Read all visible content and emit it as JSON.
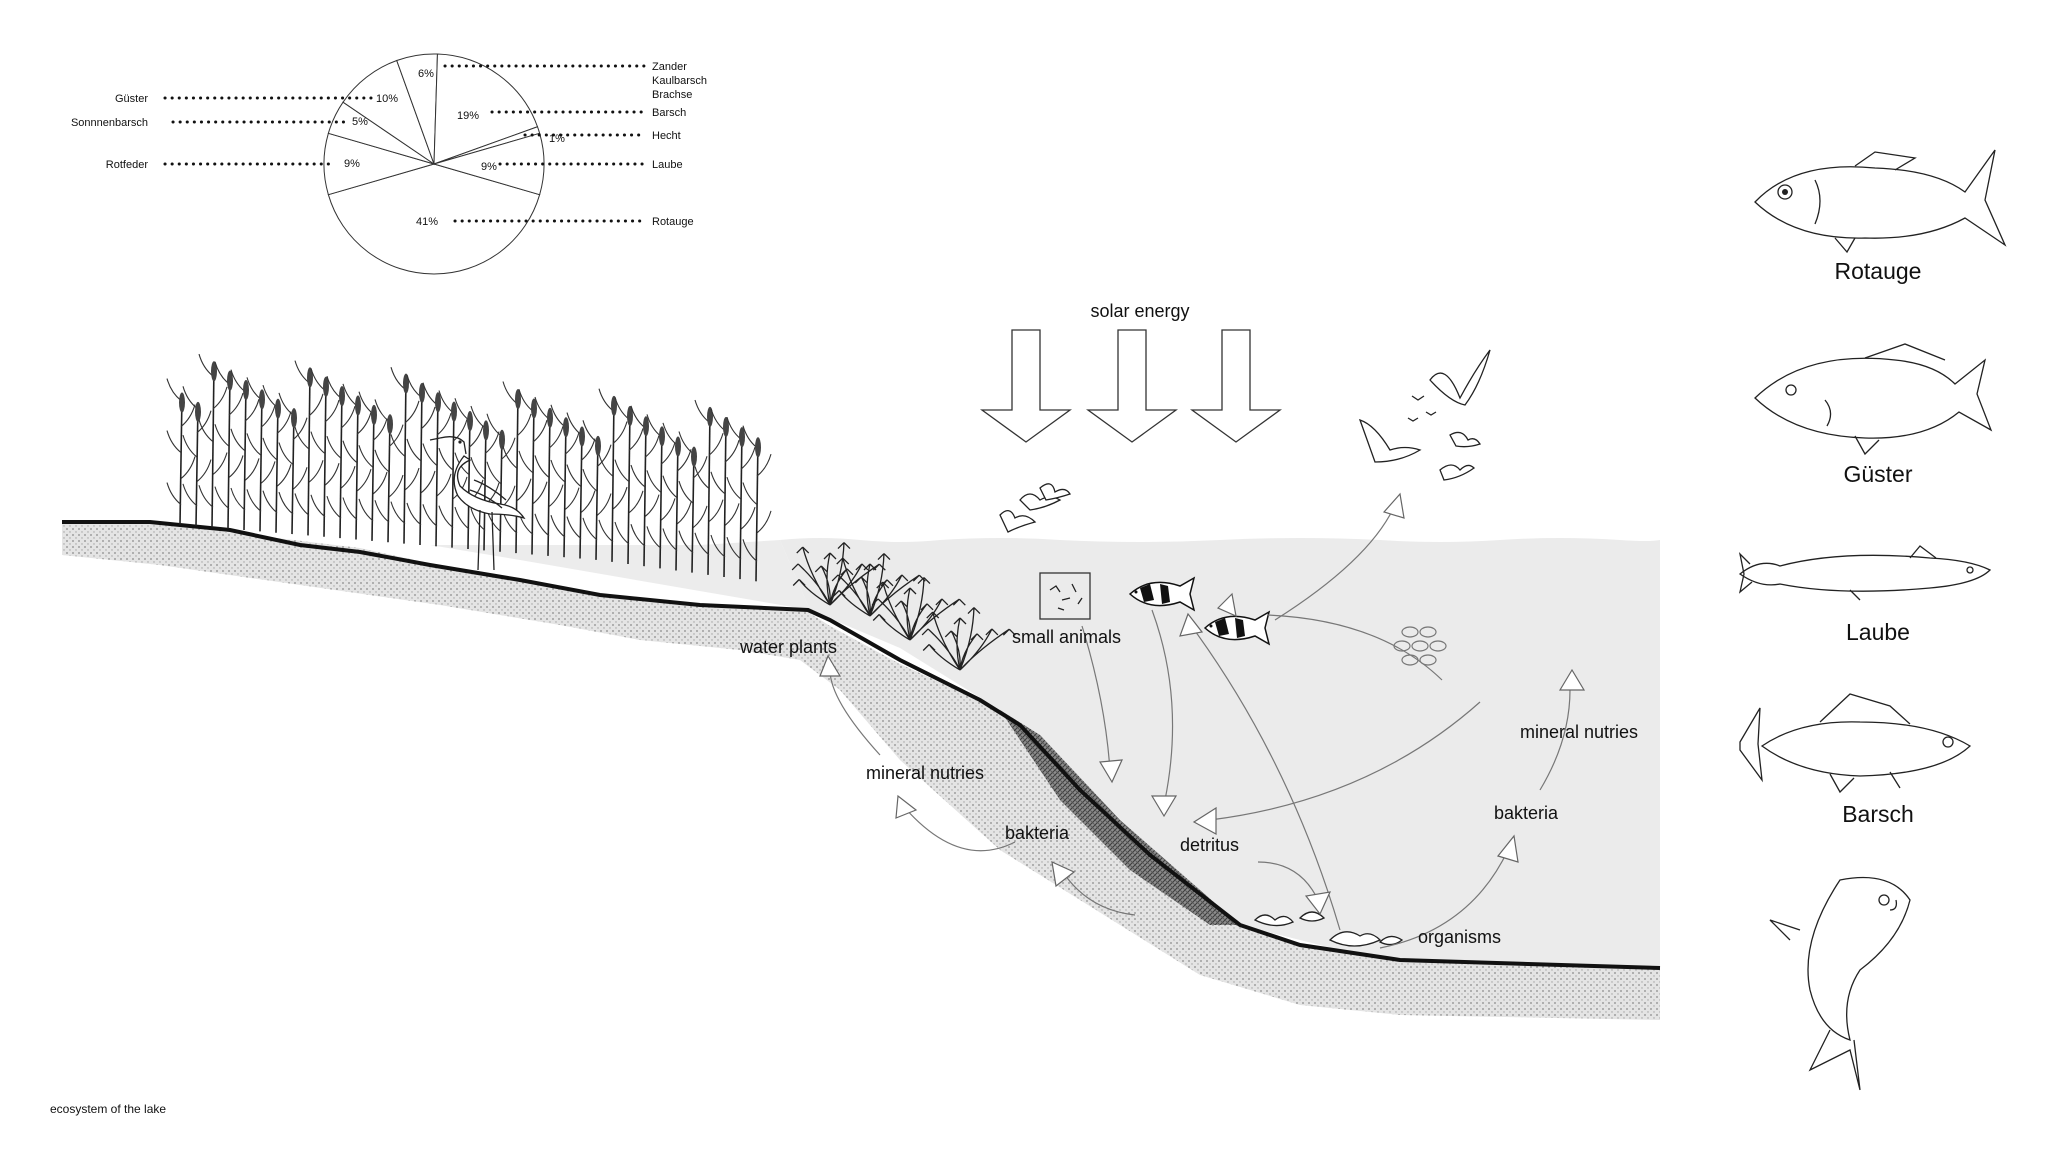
{
  "caption": "ecosystem of the lake",
  "pie": {
    "left_labels": [
      {
        "name": "Güster",
        "pct": "10%"
      },
      {
        "name": "Sonnnenbarsch",
        "pct": "5%"
      },
      {
        "name": "Rotfeder",
        "pct": "9%"
      }
    ],
    "right_labels": [
      {
        "name": "Zander",
        "pct": "6%"
      },
      {
        "name": "Kaulbarsch",
        "pct": ""
      },
      {
        "name": "Brachse",
        "pct": ""
      },
      {
        "name": "Barsch",
        "pct": "19%"
      },
      {
        "name": "Hecht",
        "pct": "1%"
      },
      {
        "name": "Laube",
        "pct": "9%"
      },
      {
        "name": "Rotauge",
        "pct": "41%"
      }
    ]
  },
  "chart_data": {
    "type": "pie",
    "title": "",
    "slices": [
      {
        "label": "Rotauge",
        "value": 41
      },
      {
        "label": "Rotfeder",
        "value": 9
      },
      {
        "label": "Sonnnenbarsch",
        "value": 5
      },
      {
        "label": "Güster",
        "value": 10
      },
      {
        "label": "Zander / Kaulbarsch / Brachse",
        "value": 6
      },
      {
        "label": "Barsch",
        "value": 19
      },
      {
        "label": "Hecht",
        "value": 1
      },
      {
        "label": "Laube",
        "value": 9
      }
    ]
  },
  "diagram": {
    "solar_energy": "solar energy",
    "small_animals": "small animals",
    "water_plants": "water plants",
    "mineral_nutries_left": "mineral nutries",
    "bakteria_left": "bakteria",
    "detritus": "detritus",
    "organisms": "organisms",
    "bakteria_right": "bakteria",
    "mineral_nutries_right": "mineral nutries"
  },
  "fish": [
    "Rotauge",
    "Güster",
    "Laube",
    "Barsch",
    ""
  ],
  "colors": {
    "water": "#ebebeb",
    "soil": "#d6d6d6",
    "line": "#111111"
  }
}
